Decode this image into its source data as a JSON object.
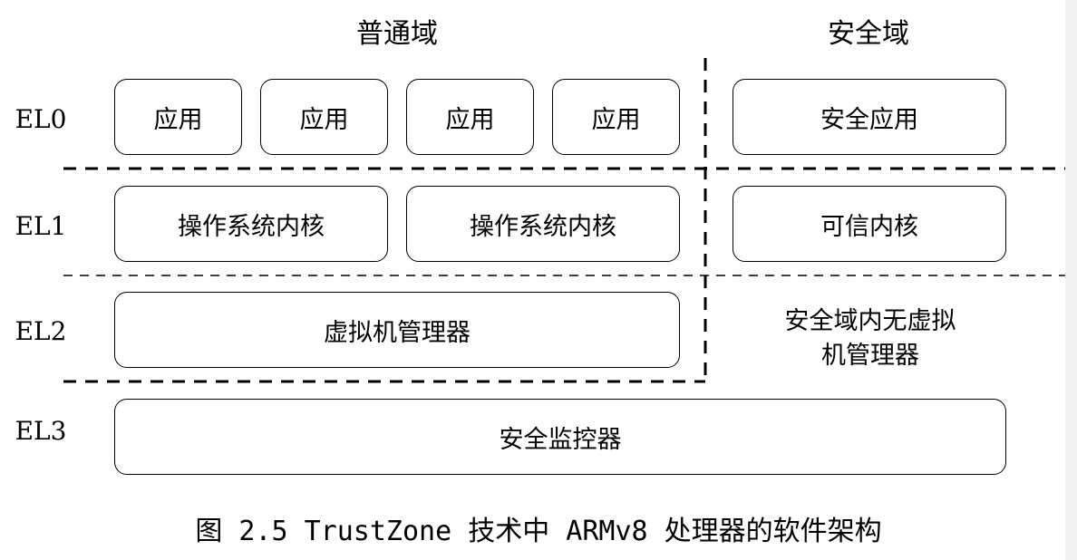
{
  "domains": {
    "normal": "普通域",
    "secure": "安全域"
  },
  "levels": [
    "EL0",
    "EL1",
    "EL2",
    "EL3"
  ],
  "el0": {
    "apps": [
      "应用",
      "应用",
      "应用",
      "应用"
    ],
    "secure_app": "安全应用"
  },
  "el1": {
    "kernels": [
      "操作系统内核",
      "操作系统内核"
    ],
    "trusted_kernel": "可信内核"
  },
  "el2": {
    "hypervisor": "虚拟机管理器",
    "secure_note": "安全域内无虚拟机管理器"
  },
  "el3": {
    "monitor": "安全监控器"
  },
  "caption": "图 2.5 TrustZone 技术中 ARMv8 处理器的软件架构"
}
